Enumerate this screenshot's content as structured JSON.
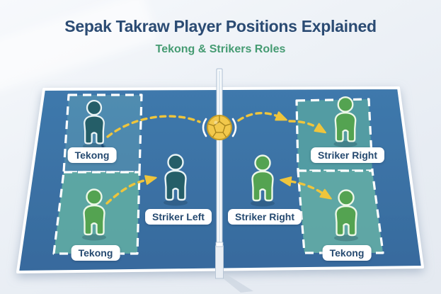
{
  "header": {
    "title": "Sepak Takraw Player Positions Explained",
    "subtitle": "Tekong & Strikers Roles"
  },
  "court": {
    "labels": {
      "tekong_top_left": "Tekong",
      "tekong_bottom_left": "Tekong",
      "striker_left": "Striker Left",
      "striker_right_center": "Striker Right",
      "striker_right_top": "Striker Right",
      "tekong_bottom_right": "Tekong"
    }
  },
  "icons": {
    "ball": "takraw-ball-icon",
    "player_dark": "player-figure-dark-icon",
    "player_green": "player-figure-green-icon",
    "net": "net-post-icon",
    "arrows": "dashed-arrow-icon"
  },
  "colors": {
    "background": "#edf1f7",
    "court_blue": "#3c74a8",
    "zone_teal": "#5ea9a3",
    "zone_teal_right_top": "#55a0a3",
    "player_dark": "#255e68",
    "player_green": "#54a351",
    "arrow_yellow": "#efc53c",
    "ball_yellow": "#f2c84b",
    "title_navy": "#2b4b73",
    "subtitle_green": "#459b72",
    "label_text": "#264a70",
    "court_line_white": "#ffffff"
  }
}
